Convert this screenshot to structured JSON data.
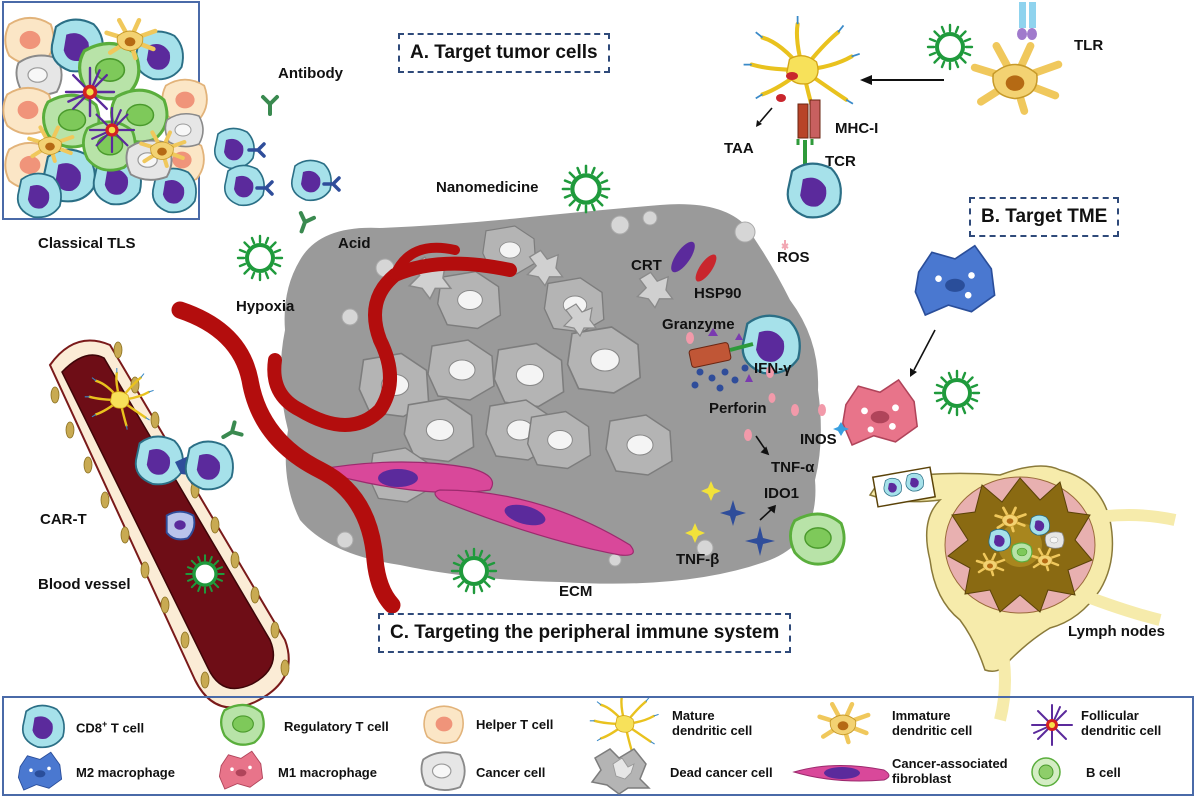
{
  "sections": {
    "a": "A. Target tumor cells",
    "b": "B. Target TME",
    "c": "C. Targeting the peripheral immune system"
  },
  "labels": {
    "classical_tls": "Classical TLS",
    "antibody": "Antibody",
    "acid": "Acid",
    "hypoxia": "Hypoxia",
    "nanomedicine": "Nanomedicine",
    "tlr": "TLR",
    "taa": "TAA",
    "mhc": "MHC-I",
    "tcr": "TCR",
    "crt": "CRT",
    "hsp90": "HSP90",
    "ros": "ROS",
    "granzyme": "Granzyme",
    "ifn": "IFN-γ",
    "perforin": "Perforin",
    "inos": "INOS",
    "tnf_a": "TNF-α",
    "ido1": "IDO1",
    "tnf_b": "TNF-β",
    "ecm": "ECM",
    "car_t": "CAR-T",
    "blood_vessel": "Blood vessel",
    "lymph_nodes": "Lymph nodes"
  },
  "legend": {
    "cd8_prefix": "CD8",
    "cd8_sup": "+",
    "cd8_suffix": " T cell",
    "treg": "Regulatory T cell",
    "helper": "Helper T cell",
    "mature_dc_1": "Mature",
    "mature_dc_2": "dendritic cell",
    "immature_dc_1": "Immature",
    "immature_dc_2": "dendritic cell",
    "follicular_dc_1": "Follicular",
    "follicular_dc_2": "dendritic cell",
    "m2": "M2 macrophage",
    "m1": "M1 macrophage",
    "cancer": "Cancer cell",
    "dead_cancer": "Dead cancer cell",
    "caf_1": "Cancer-associated",
    "caf_2": "fibroblast",
    "b_cell": "B cell"
  },
  "colors": {
    "vessel_red": "#b30d0d",
    "vessel_dark": "#6e0d16",
    "tumor_gray": "#9a9a9a",
    "cd8_cyan": "#9fdde8",
    "nucleus_purple": "#6b2a9c",
    "treg_green": "#5aae3c",
    "nano_green": "#1f9a3c",
    "m2_blue": "#4a78d0",
    "m1_pink": "#e8748a",
    "dc_yellow": "#f6d34a",
    "caf_pink": "#d9489a",
    "section_border": "#2f4a7a"
  }
}
